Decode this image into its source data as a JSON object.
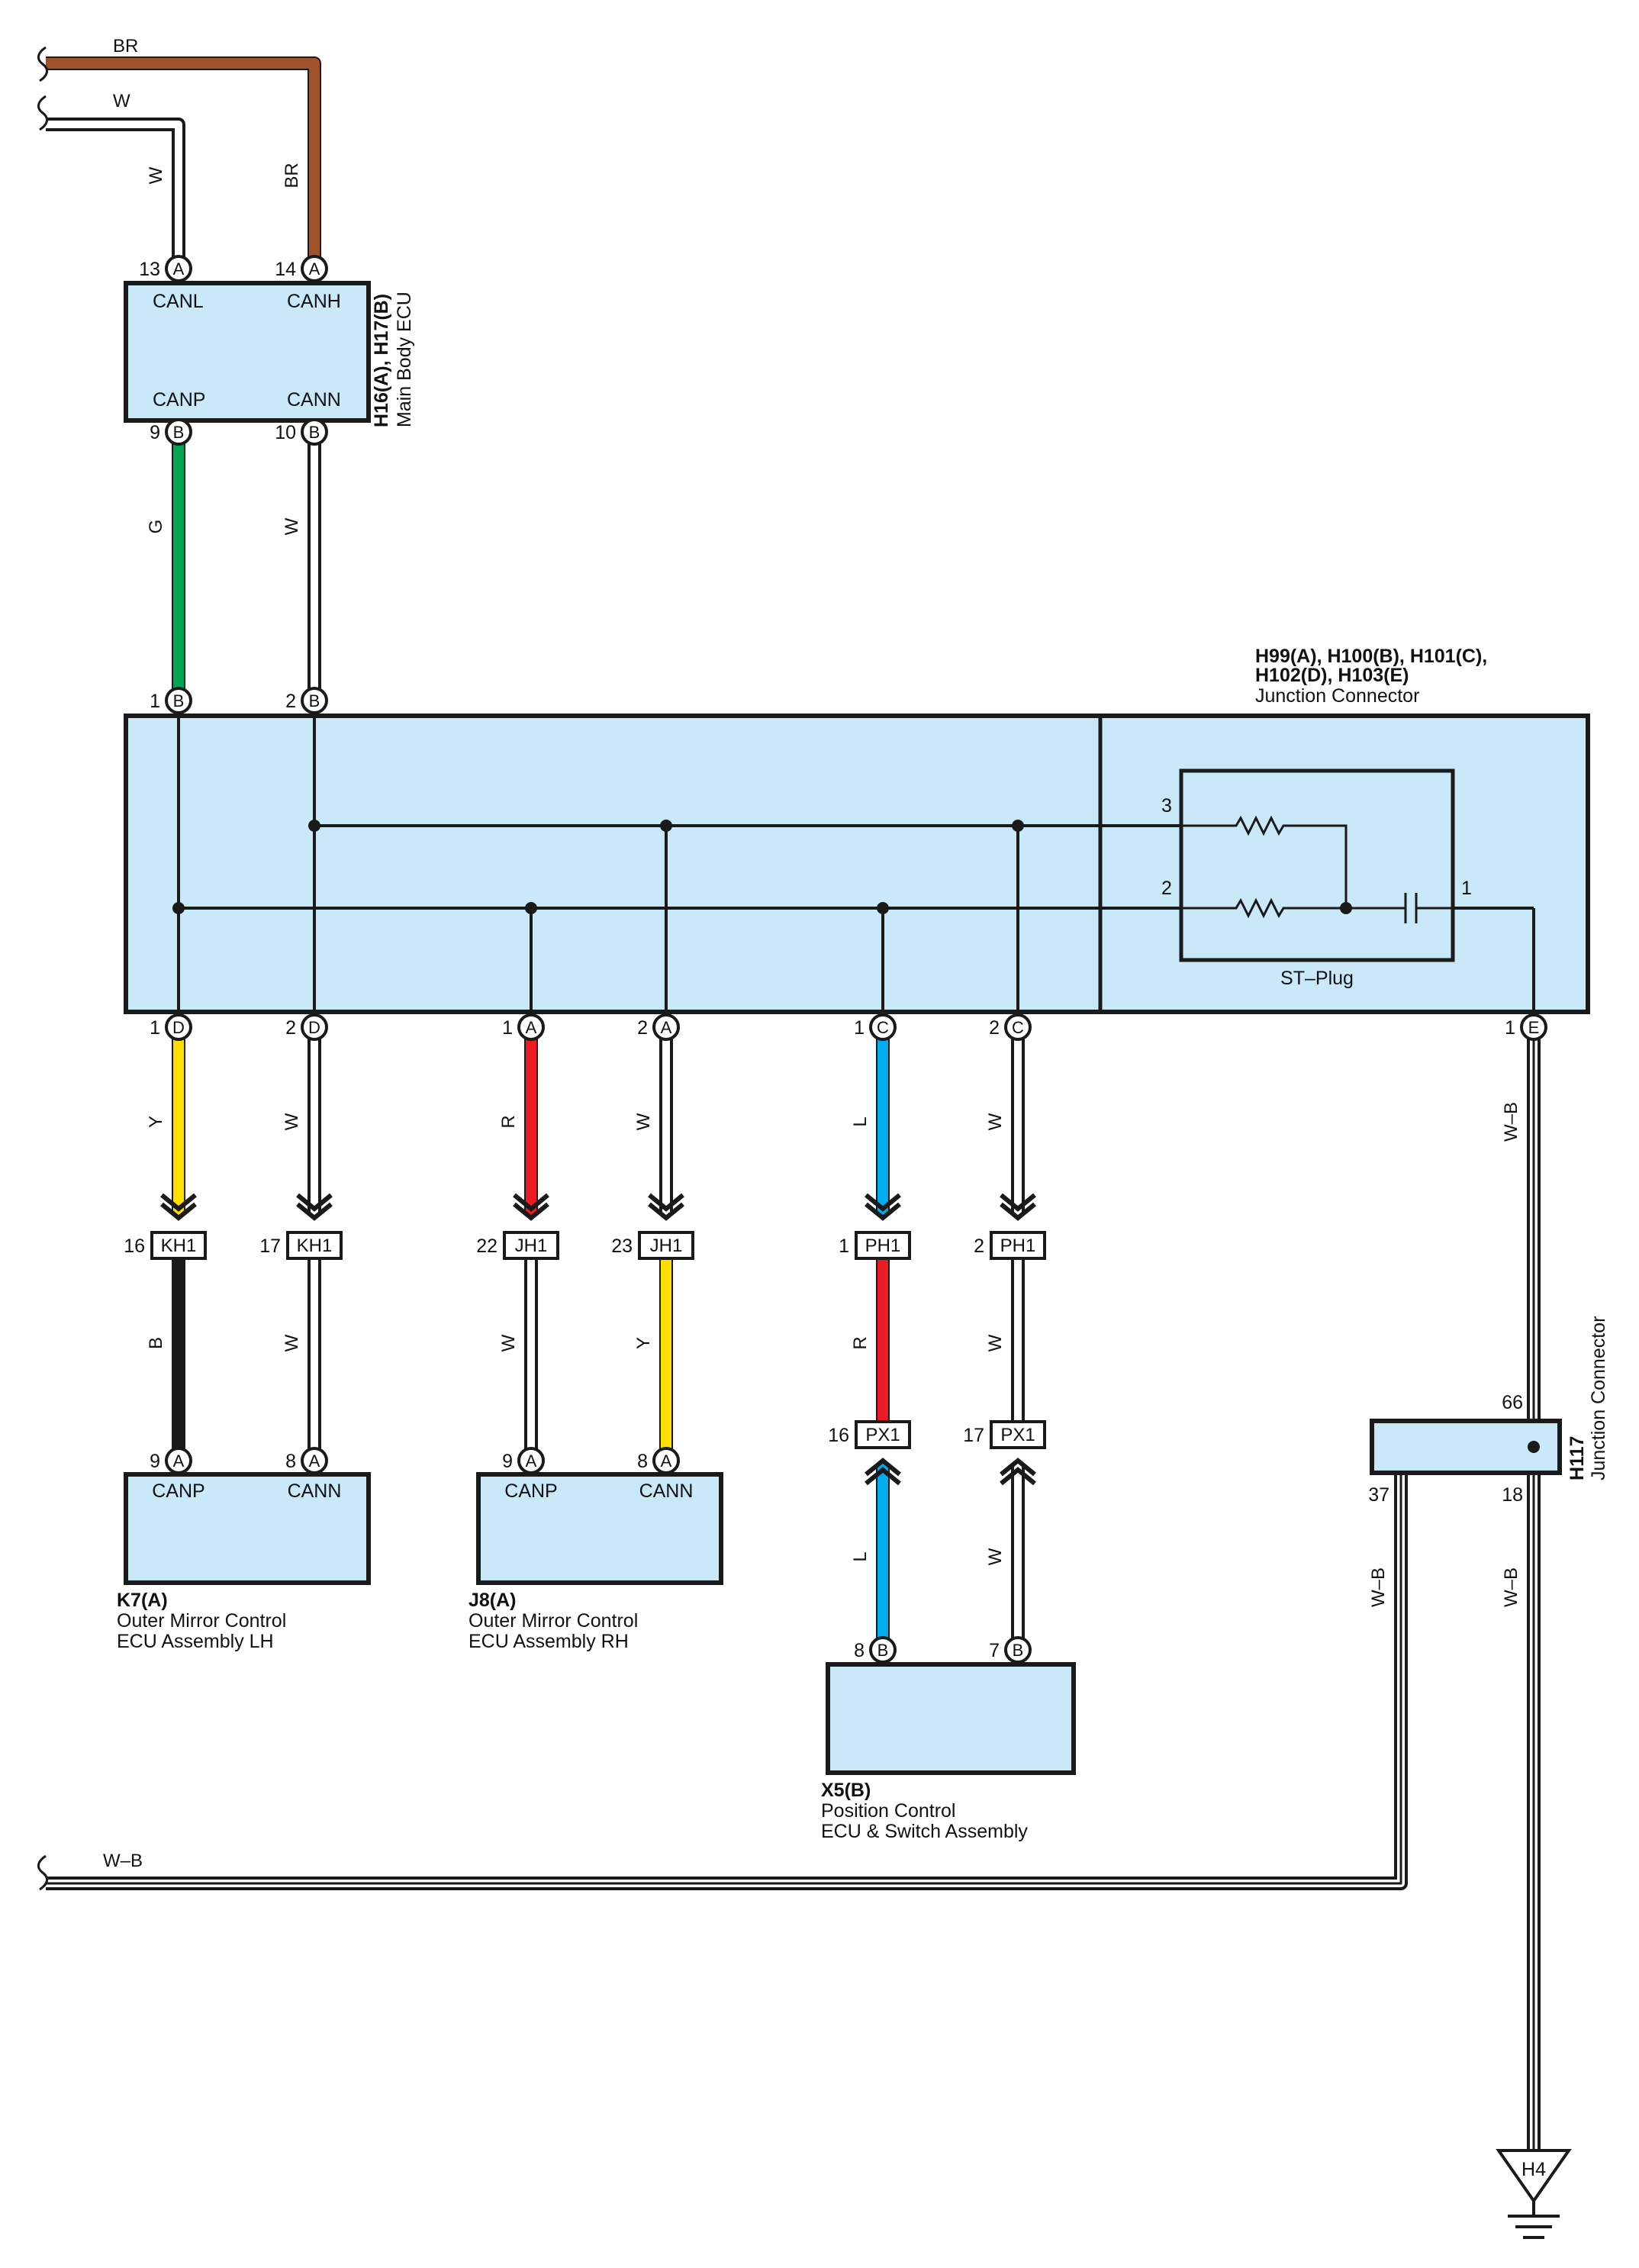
{
  "colors": {
    "BR": "#a0522d",
    "W": "#ffffff",
    "G": "#00a651",
    "Y": "#ffde00",
    "R": "#ed1c24",
    "L": "#00aeef",
    "B": "#1a1a1a",
    "W-B": "#ffffff",
    "box_fill": "#c9e8f8"
  },
  "offpage_wires": {
    "br": "BR",
    "w": "W",
    "wb": "W–B"
  },
  "main_body_ecu": {
    "code": "H16(A), H17(B)",
    "name": "Main Body ECU",
    "pins": {
      "canl_num": "13",
      "canl_term": "A",
      "canl_label": "CANL",
      "canh_num": "14",
      "canh_term": "A",
      "canh_label": "CANH",
      "canp_num": "9",
      "canp_term": "B",
      "canp_label": "CANP",
      "cann_num": "10",
      "cann_term": "B",
      "cann_label": "CANN"
    },
    "wire_in_left": "W",
    "wire_in_right": "BR",
    "wire_out_left": "G",
    "wire_out_right": "W"
  },
  "junction_connector": {
    "code_line1": "H99(A), H100(B), H101(C),",
    "code_line2": "H102(D), H103(E)",
    "name": "Junction Connector",
    "top_pins": [
      {
        "num": "1",
        "term": "B"
      },
      {
        "num": "2",
        "term": "B"
      }
    ],
    "st_plug": {
      "label": "ST–Plug",
      "pin3": "3",
      "pin2": "2",
      "pin1": "1"
    },
    "bottom_pins": [
      {
        "num": "1",
        "term": "D",
        "wire": "Y"
      },
      {
        "num": "2",
        "term": "D",
        "wire": "W"
      },
      {
        "num": "1",
        "term": "A",
        "wire": "R"
      },
      {
        "num": "2",
        "term": "A",
        "wire": "W"
      },
      {
        "num": "1",
        "term": "C",
        "wire": "L"
      },
      {
        "num": "2",
        "term": "C",
        "wire": "W"
      },
      {
        "num": "1",
        "term": "E",
        "wire": "W–B"
      }
    ]
  },
  "inline_connectors": [
    {
      "num": "16",
      "name": "KH1"
    },
    {
      "num": "17",
      "name": "KH1"
    },
    {
      "num": "22",
      "name": "JH1"
    },
    {
      "num": "23",
      "name": "JH1"
    },
    {
      "num": "1",
      "name": "PH1"
    },
    {
      "num": "2",
      "name": "PH1"
    },
    {
      "num": "16",
      "name": "PX1"
    },
    {
      "num": "17",
      "name": "PX1"
    }
  ],
  "k7": {
    "code": "K7(A)",
    "name_line1": "Outer Mirror Control",
    "name_line2": "ECU Assembly LH",
    "pin_canp": {
      "num": "9",
      "term": "A",
      "label": "CANP",
      "wire": "B"
    },
    "pin_cann": {
      "num": "8",
      "term": "A",
      "label": "CANN",
      "wire": "W"
    }
  },
  "j8": {
    "code": "J8(A)",
    "name_line1": "Outer Mirror Control",
    "name_line2": "ECU Assembly RH",
    "pin_canp": {
      "num": "9",
      "term": "A",
      "label": "CANP",
      "wire": "W"
    },
    "pin_cann": {
      "num": "8",
      "term": "A",
      "label": "CANN",
      "wire": "Y"
    }
  },
  "x5": {
    "code": "X5(B)",
    "name_line1": "Position Control",
    "name_line2": "ECU & Switch Assembly",
    "pin_left": {
      "num": "8",
      "term": "B"
    },
    "pin_right": {
      "num": "7",
      "term": "B"
    },
    "wire_mid_left": "R",
    "wire_mid_right": "W",
    "wire_low_left": "L",
    "wire_low_right": "W"
  },
  "h117": {
    "code": "H117",
    "name": "Junction Connector",
    "pin_top": "66",
    "pin_left": "37",
    "pin_right": "18",
    "wire_left": "W–B",
    "wire_right": "W–B"
  },
  "ground": {
    "label": "H4"
  }
}
